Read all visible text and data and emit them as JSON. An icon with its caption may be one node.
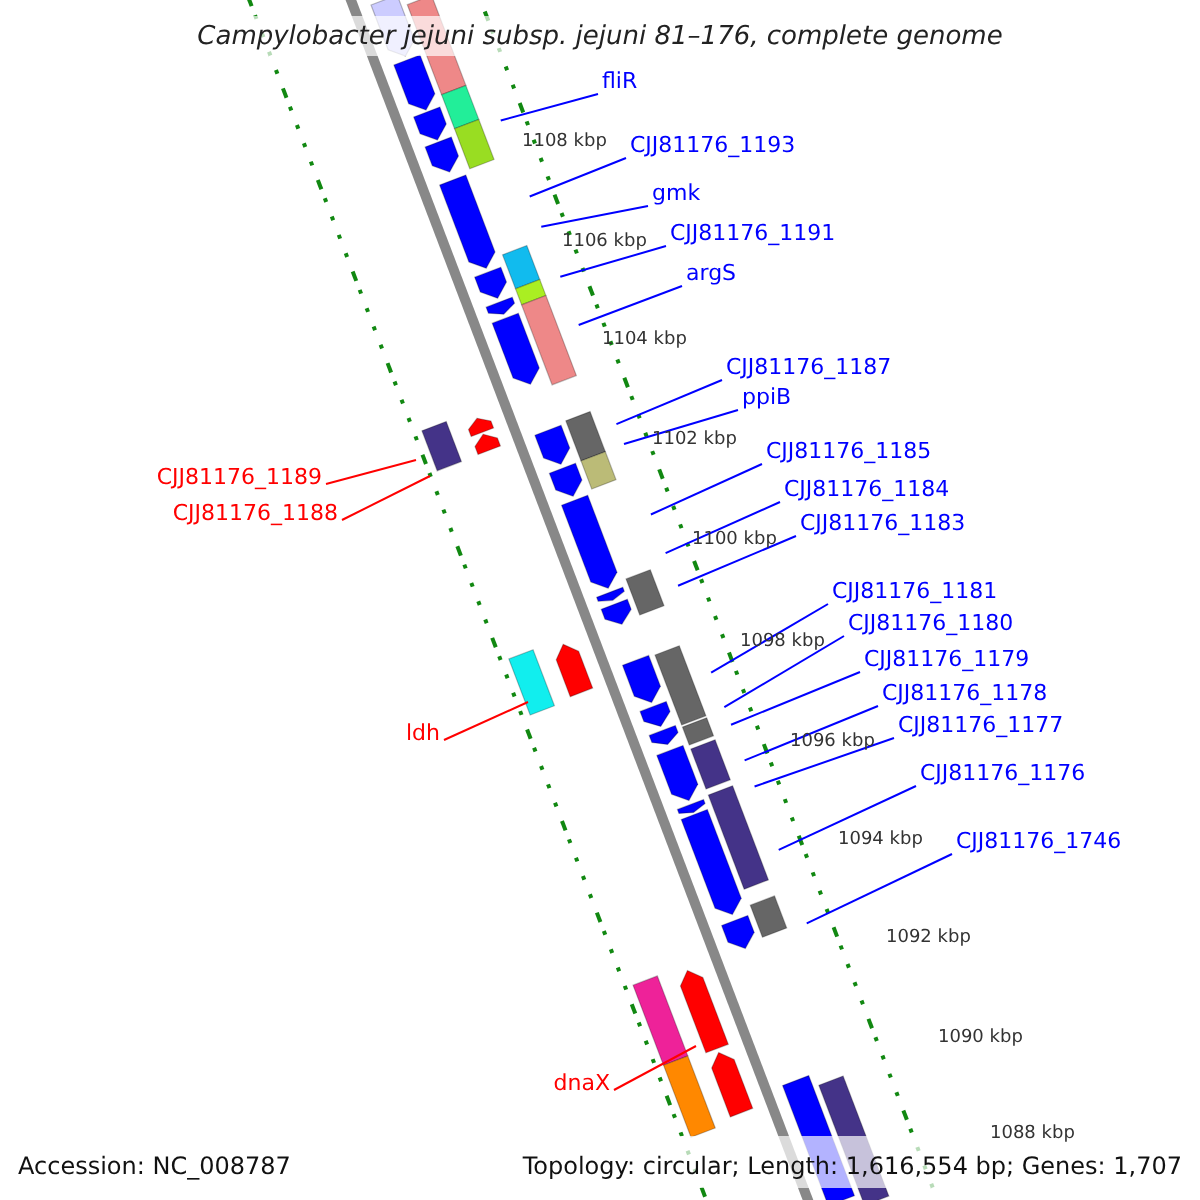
{
  "diagram": {
    "title": "Campylobacter jejuni subsp. jejuni 81–176, complete genome",
    "nodes": [
      {
        "text": [
          "fliR"
        ]
      },
      {
        "text": [
          "CJJ81176_1193"
        ]
      },
      {
        "text": [
          "gmk"
        ]
      },
      {
        "text": [
          "CJJ81176_1191"
        ]
      },
      {
        "text": [
          "argS"
        ]
      },
      {
        "text": [
          "CJJ81176_1187"
        ]
      },
      {
        "text": [
          "ppiB"
        ]
      },
      {
        "text": [
          "CJJ81176_1185"
        ]
      },
      {
        "text": [
          "CJJ81176_1184"
        ]
      },
      {
        "text": [
          "CJJ81176_1183"
        ]
      },
      {
        "text": [
          "CJJ81176_1181"
        ]
      },
      {
        "text": [
          "CJJ81176_1180"
        ]
      },
      {
        "text": [
          "CJJ81176_1179"
        ]
      },
      {
        "text": [
          "CJJ81176_1178"
        ]
      },
      {
        "text": [
          "CJJ81176_1177"
        ]
      },
      {
        "text": [
          "CJJ81176_1176"
        ]
      },
      {
        "text": [
          "CJJ81176_1746"
        ]
      },
      {
        "text": [
          "CJJ81176_1189"
        ]
      },
      {
        "text": [
          "CJJ81176_1188"
        ]
      },
      {
        "text": [
          "ldh"
        ]
      },
      {
        "text": [
          "dnaX"
        ]
      }
    ],
    "edges": [
      {
        "from": 0,
        "to": null,
        "arrow": "none"
      },
      {
        "from": 1,
        "to": null,
        "arrow": "none"
      },
      {
        "from": 2,
        "to": null,
        "arrow": "none"
      },
      {
        "from": 3,
        "to": null,
        "arrow": "none"
      },
      {
        "from": 4,
        "to": null,
        "arrow": "none"
      },
      {
        "from": 5,
        "to": null,
        "arrow": "none"
      },
      {
        "from": 6,
        "to": null,
        "arrow": "none"
      },
      {
        "from": 7,
        "to": null,
        "arrow": "none"
      },
      {
        "from": 8,
        "to": null,
        "arrow": "none"
      },
      {
        "from": 9,
        "to": null,
        "arrow": "none"
      },
      {
        "from": 10,
        "to": null,
        "arrow": "none"
      },
      {
        "from": 11,
        "to": null,
        "arrow": "none"
      },
      {
        "from": 12,
        "to": null,
        "arrow": "none"
      },
      {
        "from": 13,
        "to": null,
        "arrow": "none"
      },
      {
        "from": 14,
        "to": null,
        "arrow": "none"
      },
      {
        "from": 15,
        "to": null,
        "arrow": "none"
      },
      {
        "from": 16,
        "to": null,
        "arrow": "none"
      },
      {
        "from": 17,
        "to": null,
        "arrow": "none",
        "color": "#ff0000"
      },
      {
        "from": 18,
        "to": null,
        "arrow": "none",
        "color": "#ff0000"
      },
      {
        "from": 19,
        "to": null,
        "arrow": "none",
        "color": "#ff0000"
      },
      {
        "from": 20,
        "to": null,
        "arrow": "none",
        "color": "#ff0000"
      }
    ],
    "labels": [
      "1108 kbp",
      "1106 kbp",
      "1104 kbp",
      "1102 kbp",
      "1100 kbp",
      "1098 kbp",
      "1096 kbp",
      "1094 kbp",
      "1092 kbp",
      "1090 kbp",
      "1088 kbp",
      "Accession: NC_008787",
      "Topology: circular; Length: 1,616,554 bp; Genes: 1,707"
    ]
  }
}
